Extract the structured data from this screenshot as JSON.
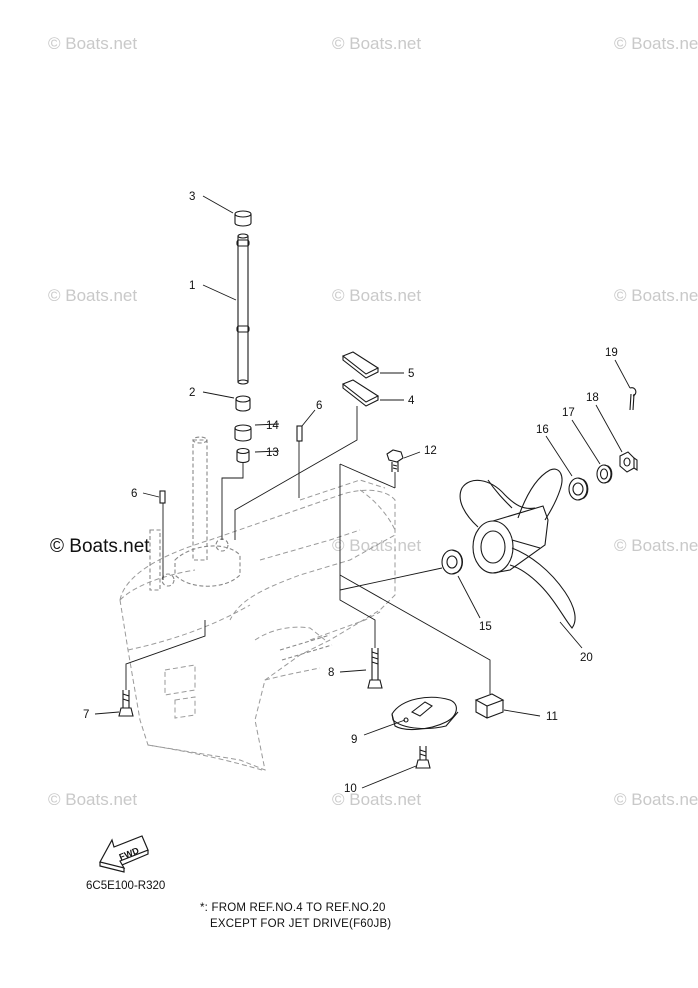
{
  "watermark": "© Boats.net",
  "diagram_code": "6C5E100-R320",
  "fwd_label": "FWD",
  "note": {
    "line1": "*: FROM REF.NO.4 TO REF.NO.20",
    "line2": "EXCEPT FOR JET DRIVE(F60JB)"
  },
  "callouts": [
    "1",
    "2",
    "3",
    "4",
    "5",
    "6",
    "6",
    "7",
    "8",
    "9",
    "10",
    "11",
    "12",
    "13",
    "14",
    "15",
    "16",
    "17",
    "18",
    "19",
    "20"
  ]
}
